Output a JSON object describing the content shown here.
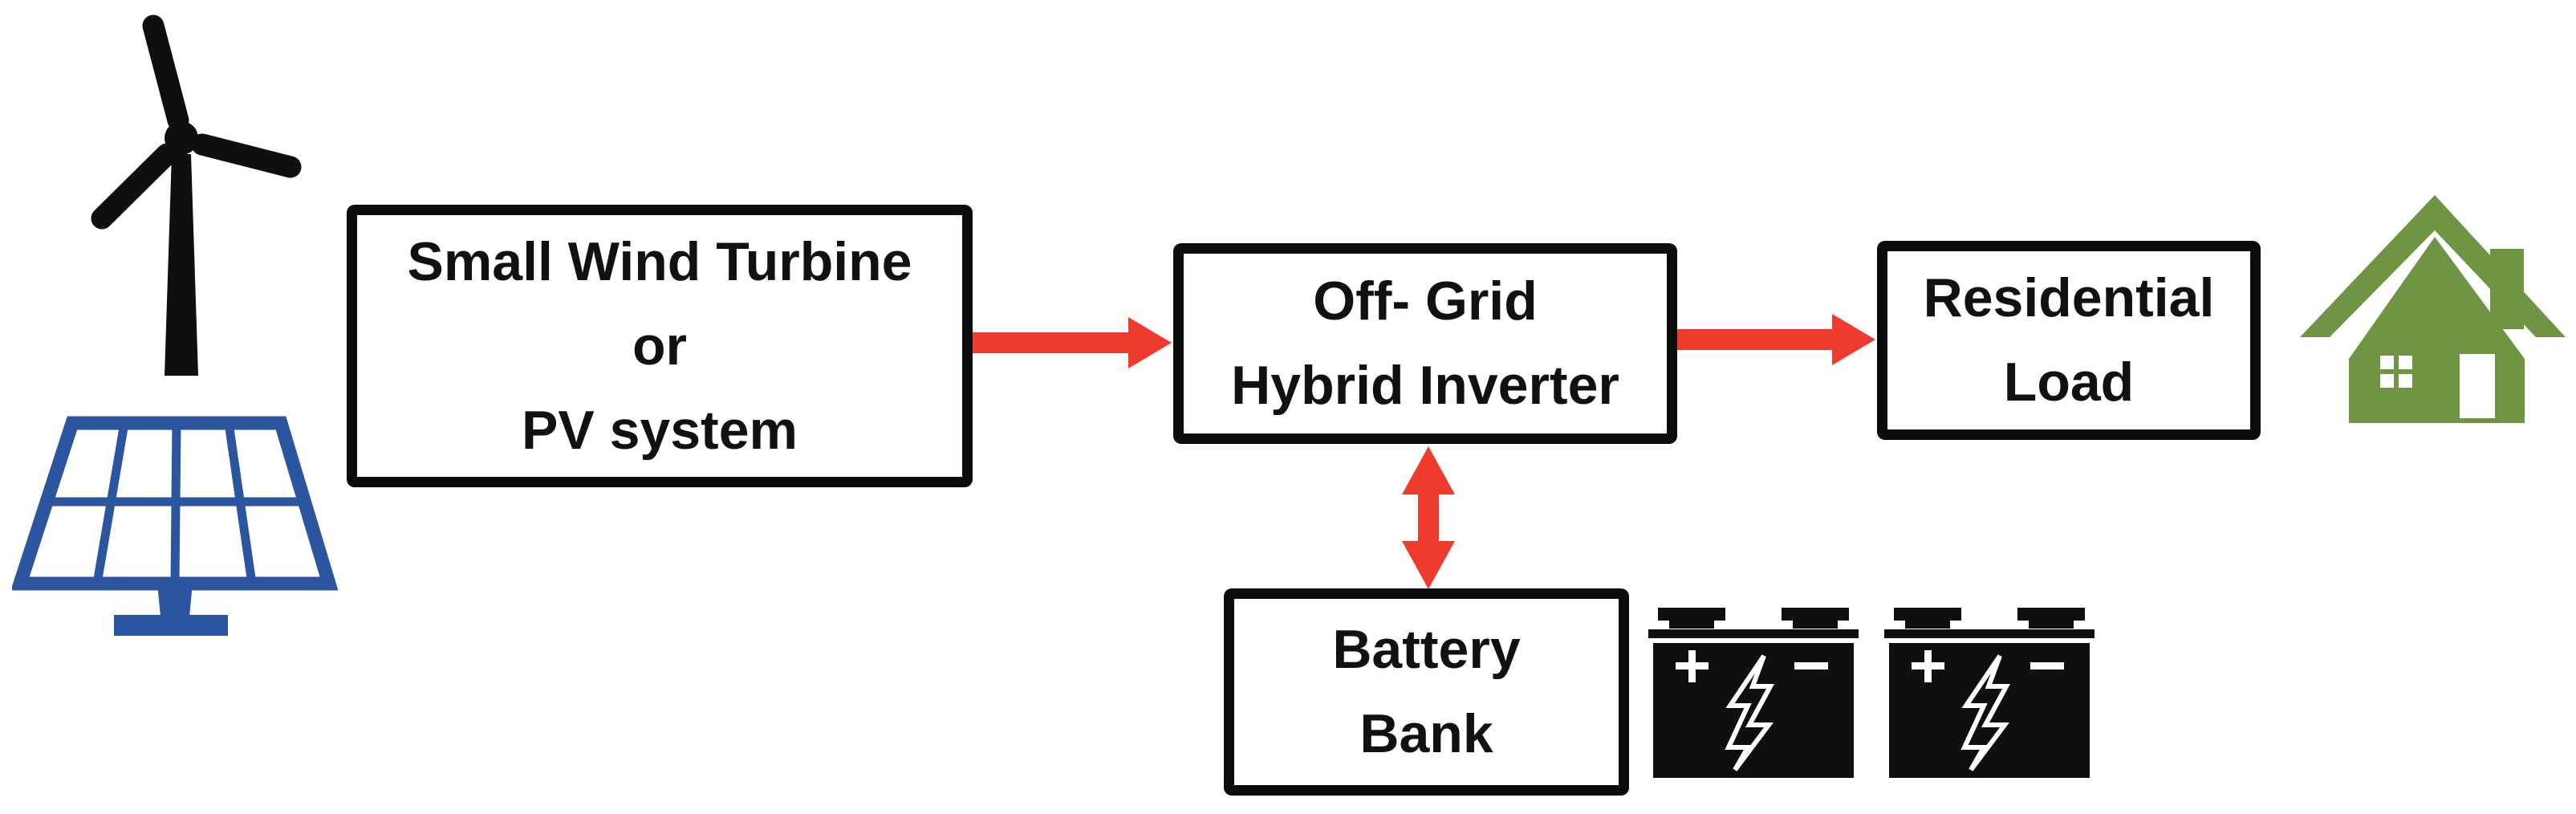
{
  "diagram": {
    "background": "#FFFFFF",
    "colors": {
      "box_border": "#0B0B0B",
      "text": "#111111",
      "arrow_red": "#EE3B2E",
      "panel_blue": "#2B559E",
      "house_green": "#6E9444",
      "icon_black": "#0F0F0F"
    },
    "boxes": [
      {
        "id": "source",
        "lines": [
          "Small Wind Turbine",
          "or",
          "PV system"
        ]
      },
      {
        "id": "inverter",
        "lines": [
          "Off- Grid",
          "Hybrid Inverter"
        ]
      },
      {
        "id": "load",
        "lines": [
          "Residential",
          "Load"
        ]
      },
      {
        "id": "battery",
        "lines": [
          "Battery",
          "Bank"
        ]
      }
    ],
    "arrows": [
      {
        "from": "source-box",
        "to": "inverter-box",
        "type": "single",
        "direction": "right"
      },
      {
        "from": "inverter-box",
        "to": "load-box",
        "type": "single",
        "direction": "right"
      },
      {
        "from": "inverter-box",
        "to": "battery-box",
        "type": "double",
        "direction": "vertical"
      }
    ],
    "icons": [
      {
        "name": "wind-turbine-icon",
        "meaning": "small wind turbine"
      },
      {
        "name": "solar-panel-icon",
        "meaning": "PV system"
      },
      {
        "name": "house-icon",
        "meaning": "residential load"
      },
      {
        "name": "battery-icon",
        "meaning": "battery bank",
        "count": 2,
        "markings": [
          "+",
          "−",
          "lightning-bolt"
        ]
      }
    ]
  }
}
